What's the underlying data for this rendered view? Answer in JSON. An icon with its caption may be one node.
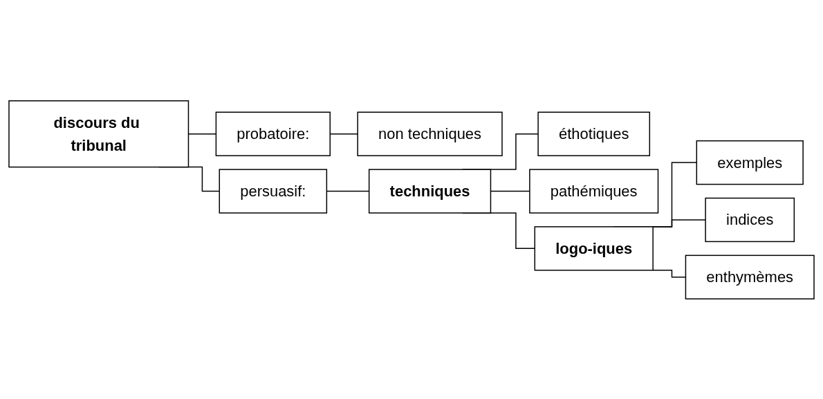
{
  "diagram": {
    "nodes": [
      {
        "text": [
          "discours du tribunal"
        ]
      },
      {
        "text": [
          "probatoire:"
        ]
      },
      {
        "text": [
          "non techniques"
        ]
      },
      {
        "text": [
          "persuasif:"
        ]
      },
      {
        "text": [
          "techniques"
        ]
      },
      {
        "text": [
          "éthotiques"
        ]
      },
      {
        "text": [
          "pathémiques"
        ]
      },
      {
        "text": [
          "logo-iques"
        ]
      },
      {
        "text": [
          "exemples"
        ]
      },
      {
        "text": [
          "indices"
        ]
      },
      {
        "text": [
          "enthymèmes"
        ]
      }
    ],
    "edges": [
      {
        "from": 0,
        "to": 1,
        "arrow": "none"
      },
      {
        "from": 1,
        "to": 2,
        "arrow": "none"
      },
      {
        "from": 0,
        "to": 3,
        "arrow": "none"
      },
      {
        "from": 3,
        "to": 4,
        "arrow": "none"
      },
      {
        "from": 4,
        "to": 5,
        "arrow": "none"
      },
      {
        "from": 4,
        "to": 6,
        "arrow": "none"
      },
      {
        "from": 4,
        "to": 7,
        "arrow": "none"
      },
      {
        "from": 7,
        "to": 8,
        "arrow": "none"
      },
      {
        "from": 7,
        "to": 9,
        "arrow": "none"
      },
      {
        "from": 7,
        "to": 10,
        "arrow": "none"
      }
    ]
  }
}
